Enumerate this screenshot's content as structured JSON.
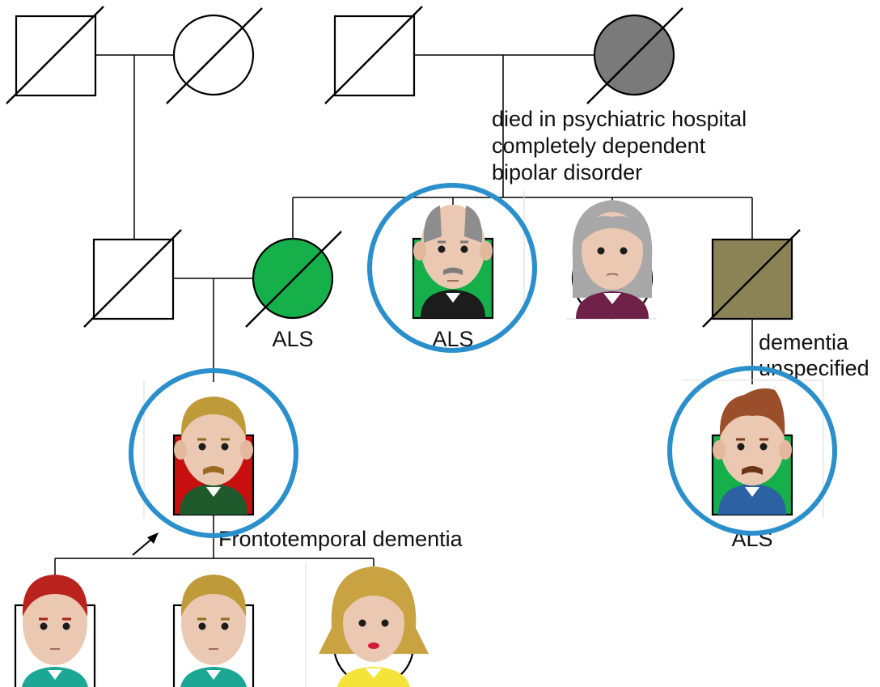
{
  "colors": {
    "als": "#15b04a",
    "bipolar": "#7a7a7a",
    "dementia_unspecified": "#8b8356",
    "ftd": "#c80f0f",
    "highlight": "#2a8fcb"
  },
  "annotations": {
    "psychiatric": [
      "died in psychiatric hospital",
      "completely dependent",
      "bipolar disorder"
    ],
    "als_mother": "ALS",
    "als_uncle": "ALS",
    "dementia": [
      "dementia",
      "unspecified"
    ],
    "ftd": "Frontotemporal dementia",
    "als_cousin": "ALS"
  },
  "members": [
    {
      "id": "gen1-paternal-grandfather",
      "sex": "male",
      "deceased": true,
      "condition": ""
    },
    {
      "id": "gen1-paternal-grandmother",
      "sex": "female",
      "deceased": true,
      "condition": ""
    },
    {
      "id": "gen1-maternal-grandfather",
      "sex": "male",
      "deceased": true,
      "condition": ""
    },
    {
      "id": "gen1-maternal-grandmother",
      "sex": "female",
      "deceased": true,
      "condition": "bipolar disorder"
    },
    {
      "id": "gen2-father",
      "sex": "male",
      "deceased": true,
      "condition": ""
    },
    {
      "id": "gen2-mother",
      "sex": "female",
      "deceased": true,
      "condition": "ALS"
    },
    {
      "id": "gen2-uncle",
      "sex": "male",
      "deceased": false,
      "condition": "ALS"
    },
    {
      "id": "gen2-aunt",
      "sex": "female",
      "deceased": false,
      "condition": ""
    },
    {
      "id": "gen2-uncle-2",
      "sex": "male",
      "deceased": true,
      "condition": "dementia unspecified"
    },
    {
      "id": "gen3-proband",
      "sex": "male",
      "deceased": false,
      "condition": "Frontotemporal dementia",
      "proband": true
    },
    {
      "id": "gen3-cousin",
      "sex": "male",
      "deceased": false,
      "condition": "ALS"
    },
    {
      "id": "gen4-son-1",
      "sex": "male",
      "deceased": false,
      "condition": ""
    },
    {
      "id": "gen4-son-2",
      "sex": "male",
      "deceased": false,
      "condition": ""
    },
    {
      "id": "gen4-daughter",
      "sex": "female",
      "deceased": false,
      "condition": ""
    }
  ]
}
